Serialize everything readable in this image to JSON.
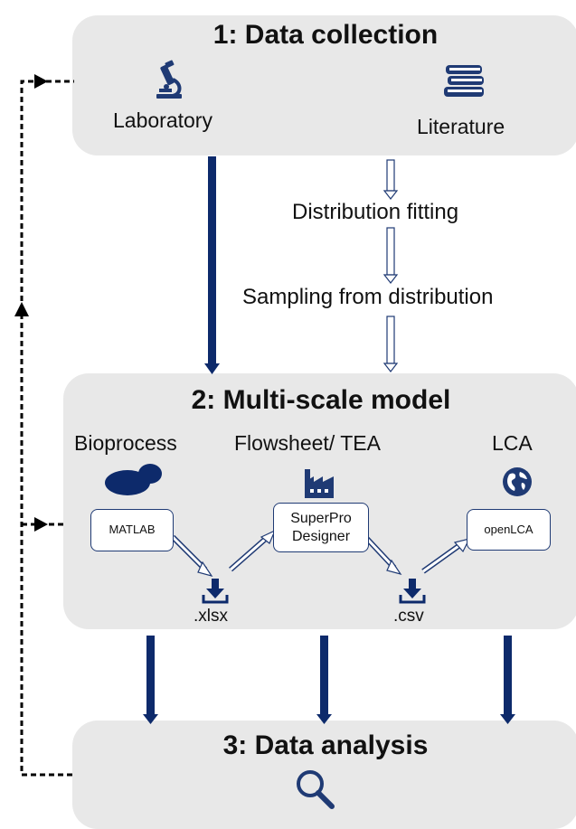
{
  "stage1": {
    "title": "1: Data collection",
    "laboratory": "Laboratory",
    "literature": "Literature"
  },
  "flow": {
    "distribution_fitting": "Distribution fitting",
    "sampling": "Sampling from distribution"
  },
  "stage2": {
    "title": "2: Multi-scale model",
    "bioprocess": "Bioprocess",
    "flowsheet": "Flowsheet/ TEA",
    "lca": "LCA",
    "matlab": "MATLAB",
    "superpro_line1": "SuperPro",
    "superpro_line2": "Designer",
    "openlca": "openLCA",
    "xlsx": ".xlsx",
    "csv": ".csv"
  },
  "stage3": {
    "title": "3: Data analysis"
  },
  "icons": {
    "laboratory": "microscope-icon",
    "literature": "books-icon",
    "bioprocess": "cell-icon",
    "flowsheet": "factory-icon",
    "lca": "globe-icon",
    "download": "download-icon",
    "analysis": "magnifier-icon"
  },
  "colors": {
    "navy": "#0d2a6b",
    "panel": "#e8e8e8",
    "box_border": "#1f3a74"
  }
}
